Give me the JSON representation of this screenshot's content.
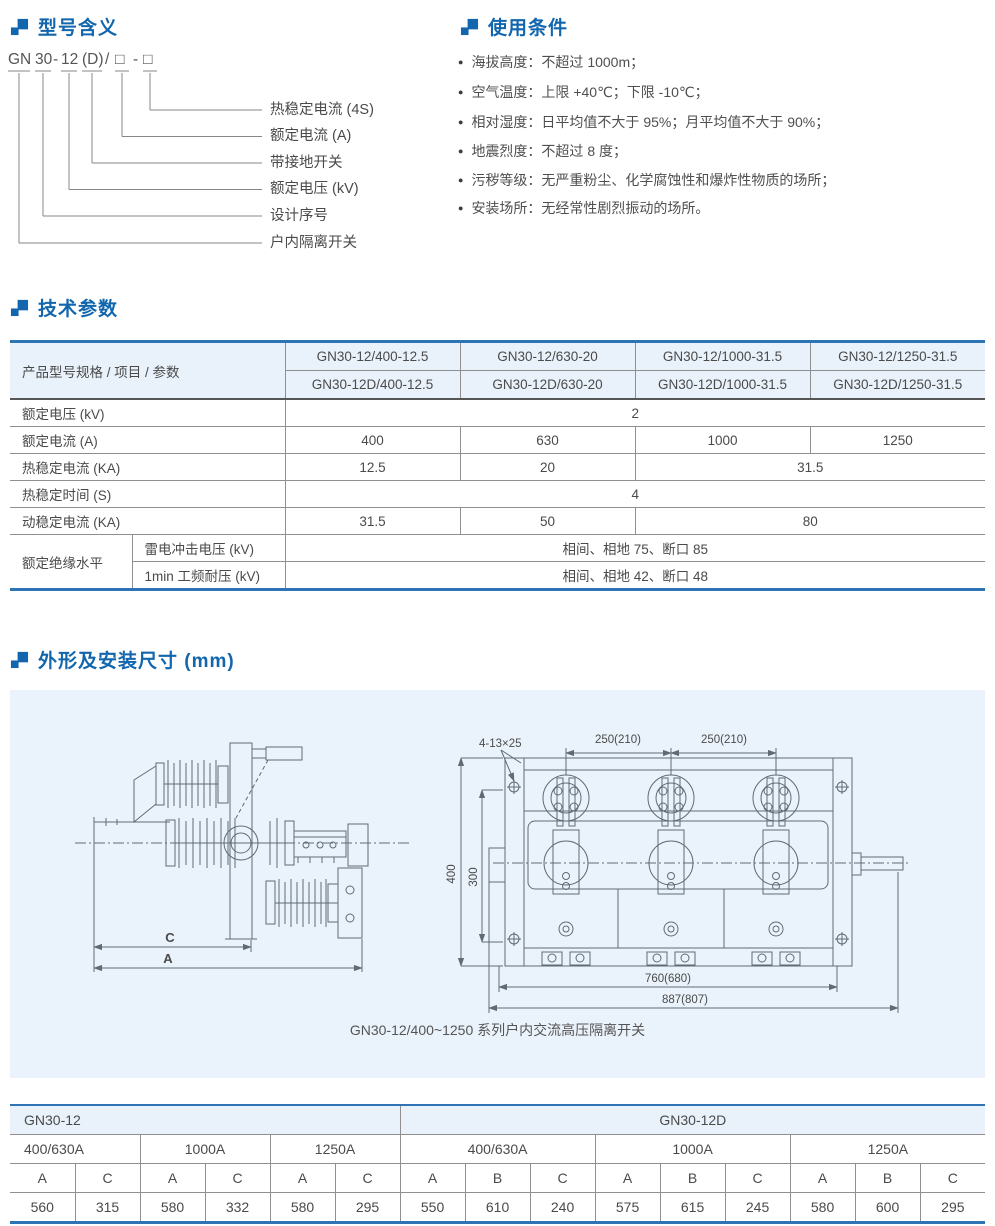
{
  "headings": {
    "model": "型号含义",
    "conditions": "使用条件",
    "tech": "技术参数",
    "dims": "外形及安装尺寸 (mm)"
  },
  "model_diagram": {
    "code_segments": [
      "GN",
      "30",
      "-",
      "12",
      "(D)",
      "/",
      "□",
      "-",
      "□"
    ],
    "labels": [
      "热稳定电流 (4S)",
      "额定电流 (A)",
      "带接地开关",
      "额定电压 (kV)",
      "设计序号",
      "户内隔离开关"
    ]
  },
  "conditions": {
    "bullet": "●",
    "items": [
      "海拔高度：不超过 1000m；",
      "空气温度：上限 +40℃；下限 -10℃；",
      "相对湿度：日平均值不大于 95%；月平均值不大于 90%；",
      "地震烈度：不超过 8 度；",
      "污秽等级：无严重粉尘、化学腐蚀性和爆炸性物质的场所；",
      "安装场所：无经常性剧烈振动的场所。"
    ]
  },
  "tech_table": {
    "corner": "产品型号规格 / 项目 / 参数",
    "models_top": [
      "GN30-12/400-12.5",
      "GN30-12/630-20",
      "GN30-12/1000-31.5",
      "GN30-12/1250-31.5"
    ],
    "models_bottom": [
      "GN30-12D/400-12.5",
      "GN30-12D/630-20",
      "GN30-12D/1000-31.5",
      "GN30-12D/1250-31.5"
    ],
    "row_voltage": {
      "label": "额定电压 (kV)",
      "value": "2"
    },
    "row_current": {
      "label": "额定电流 (A)",
      "values": [
        "400",
        "630",
        "1000",
        "1250"
      ]
    },
    "row_thermal": {
      "label": "热稳定电流 (KA)",
      "v1": "12.5",
      "v2": "20",
      "v34": "31.5"
    },
    "row_time": {
      "label": "热稳定时间 (S)",
      "value": "4"
    },
    "row_dynamic": {
      "label": "动稳定电流 (KA)",
      "v1": "31.5",
      "v2": "50",
      "v34": "80"
    },
    "insulation": {
      "group": "额定绝缘水平",
      "row1": {
        "label": "雷电冲击电压 (kV)",
        "value": "相间、相地 75、断口 85"
      },
      "row2": {
        "label": "1min 工频耐压 (kV)",
        "value": "相间、相地 42、断口 48"
      }
    }
  },
  "drawing": {
    "caption": "GN30-12/400~1250 系列户内交流高压隔离开关",
    "dim_c": "C",
    "dim_a": "A",
    "holes": "4-13×25",
    "pitch_left": "250(210)",
    "pitch_right": "250(210)",
    "height_outer": "400",
    "height_inner": "300",
    "width_inner": "760(680)",
    "width_outer": "887(807)"
  },
  "dims_table": {
    "group_left": "GN30-12",
    "group_right": "GN30-12D",
    "ratings": [
      "400/630A",
      "1000A",
      "1250A",
      "400/630A",
      "1000A",
      "1250A"
    ],
    "cols": [
      "A",
      "C",
      "A",
      "C",
      "A",
      "C",
      "A",
      "B",
      "C",
      "A",
      "B",
      "C",
      "A",
      "B",
      "C"
    ],
    "values": [
      "560",
      "315",
      "580",
      "332",
      "580",
      "295",
      "550",
      "610",
      "240",
      "575",
      "615",
      "245",
      "580",
      "600",
      "295"
    ]
  },
  "colors": {
    "accent": "#1266ae",
    "table_border_blue": "#2e74b5",
    "header_bg": "#e9f2fb",
    "panel_bg": "#eaf3fb"
  }
}
